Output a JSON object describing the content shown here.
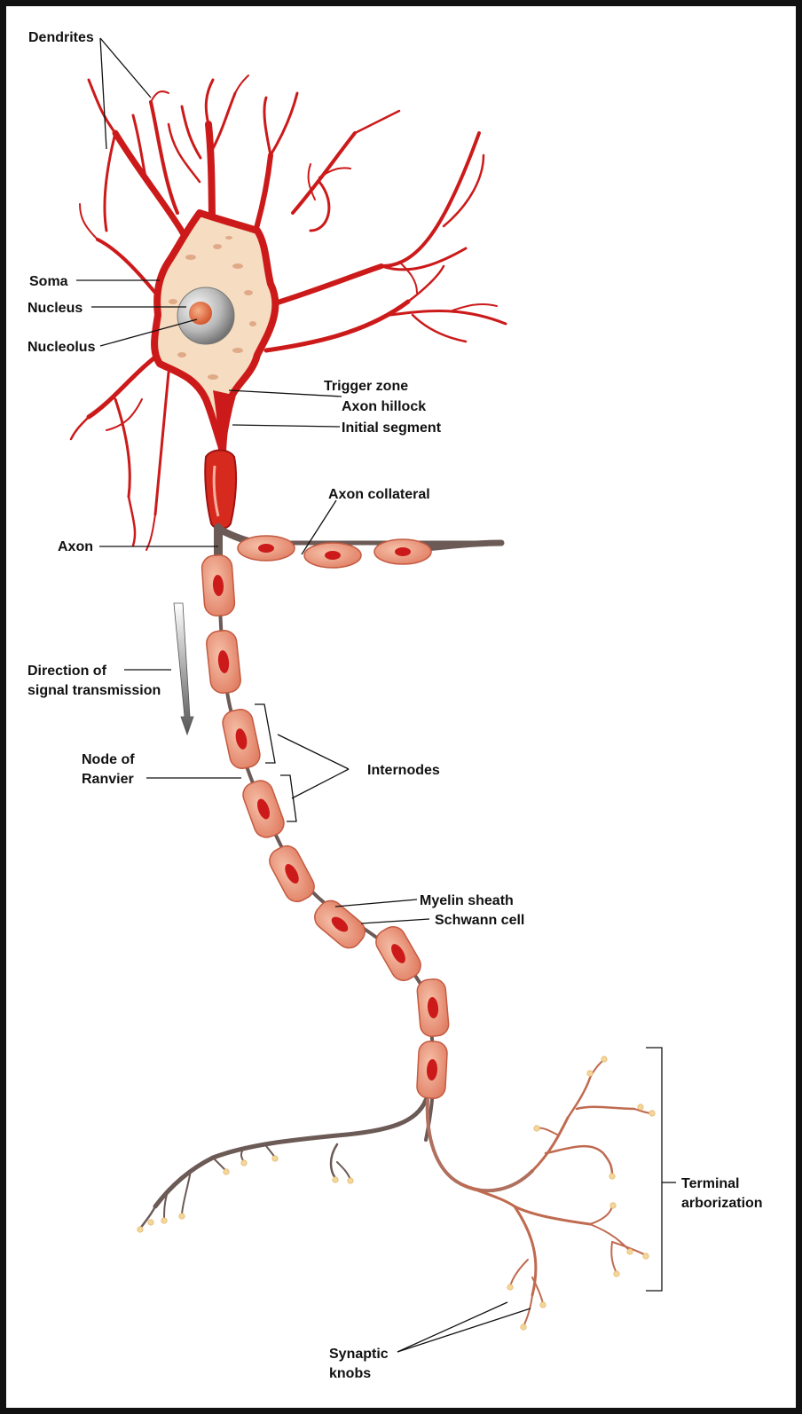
{
  "labels": {
    "dendrites": "Dendrites",
    "soma": "Soma",
    "nucleus": "Nucleus",
    "nucleolus": "Nucleolus",
    "trigger_zone": "Trigger zone",
    "axon_hillock": "Axon hillock",
    "initial_segment": "Initial segment",
    "axon_collateral": "Axon collateral",
    "axon": "Axon",
    "direction_line1": "Direction of",
    "direction_line2": "signal transmission",
    "node_line1": "Node of",
    "node_line2": "Ranvier",
    "internodes": "Internodes",
    "myelin_sheath": "Myelin sheath",
    "schwann_cell": "Schwann cell",
    "terminal_line1": "Terminal",
    "terminal_line2": "arborization",
    "synaptic_line1": "Synaptic",
    "synaptic_line2": "knobs"
  },
  "colors": {
    "dendrite_red": "#cc1a1a",
    "soma_fill": "#f6dcc0",
    "myelin_fill": "#e8947a",
    "axon_gray": "#6b5a55",
    "terminal_branch": "#c06a50",
    "knob": "#f3d79a",
    "label_text": "#111111"
  }
}
